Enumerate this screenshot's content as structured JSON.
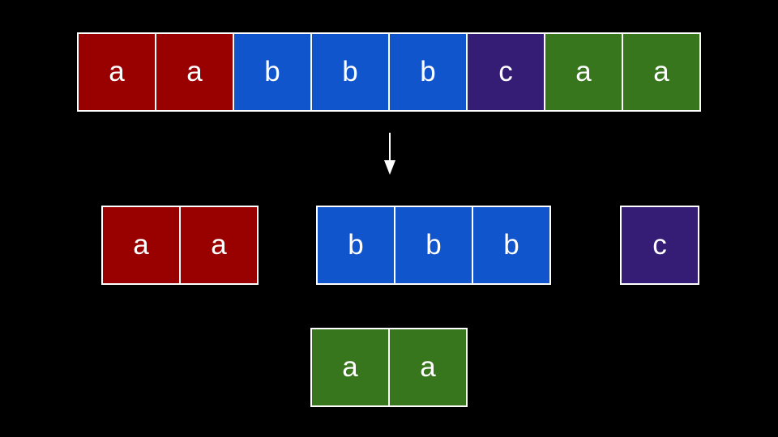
{
  "colors": {
    "a-red": "#990000",
    "b": "#1155cc",
    "c": "#351c75",
    "a-green": "#38761d",
    "border": "#ffffff",
    "background": "#000000"
  },
  "input": [
    {
      "label": "a",
      "color": "a-red"
    },
    {
      "label": "a",
      "color": "a-red"
    },
    {
      "label": "b",
      "color": "b"
    },
    {
      "label": "b",
      "color": "b"
    },
    {
      "label": "b",
      "color": "b"
    },
    {
      "label": "c",
      "color": "c"
    },
    {
      "label": "a",
      "color": "a-green"
    },
    {
      "label": "a",
      "color": "a-green"
    }
  ],
  "groups": [
    {
      "cells": [
        {
          "label": "a"
        },
        {
          "label": "a"
        }
      ],
      "color": "a-red"
    },
    {
      "cells": [
        {
          "label": "b"
        },
        {
          "label": "b"
        },
        {
          "label": "b"
        }
      ],
      "color": "b"
    },
    {
      "cells": [
        {
          "label": "c"
        }
      ],
      "color": "c"
    },
    {
      "cells": [
        {
          "label": "a"
        },
        {
          "label": "a"
        }
      ],
      "color": "a-green"
    }
  ],
  "arrow": {
    "icon": "arrow-down-icon"
  }
}
